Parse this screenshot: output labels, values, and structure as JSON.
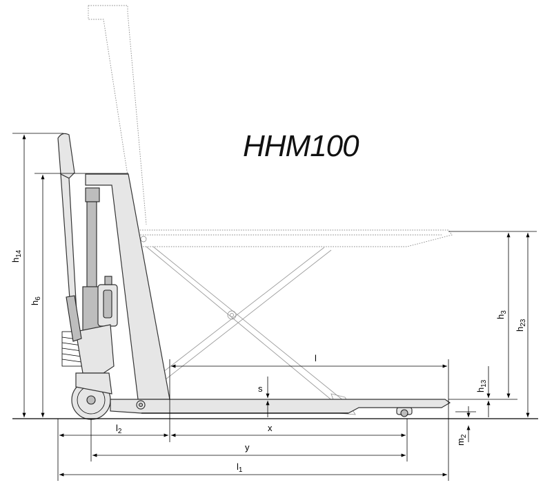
{
  "title": "HHM100",
  "dimensions": {
    "h14": {
      "main": "h",
      "sub": "14"
    },
    "h6": {
      "main": "h",
      "sub": "6"
    },
    "h3": {
      "main": "h",
      "sub": "3"
    },
    "h23": {
      "main": "h",
      "sub": "23"
    },
    "h13": {
      "main": "h",
      "sub": "13"
    },
    "s": {
      "main": "s",
      "sub": ""
    },
    "l": {
      "main": "l",
      "sub": ""
    },
    "l2": {
      "main": "l",
      "sub": "2"
    },
    "x": {
      "main": "x",
      "sub": ""
    },
    "y": {
      "main": "y",
      "sub": ""
    },
    "l1": {
      "main": "l",
      "sub": "1"
    },
    "m2": {
      "main": "m",
      "sub": "2"
    }
  },
  "colors": {
    "line": "#000000",
    "body": "#e6e6e6",
    "ghost": "#8a8a8a"
  }
}
